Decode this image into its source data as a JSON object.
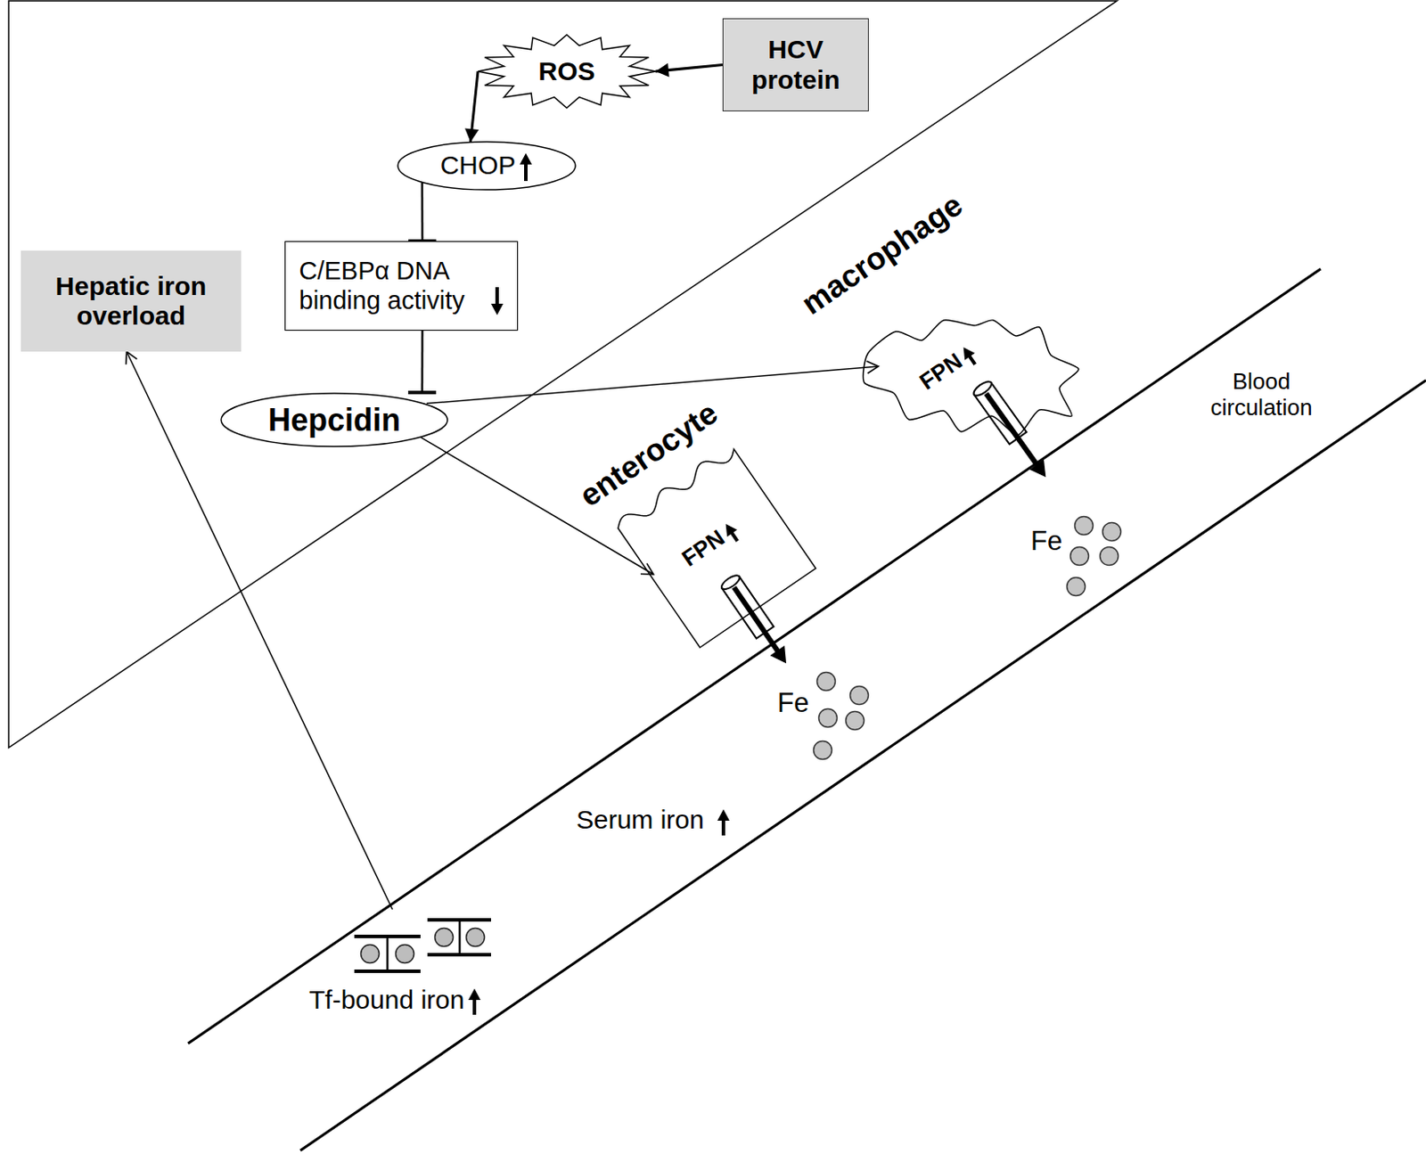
{
  "diagram": {
    "nodes": [
      {
        "text": [
          "HCV protein"
        ]
      },
      {
        "text": [
          "ROS"
        ]
      },
      {
        "text": [
          "CHOP"
        ]
      },
      {
        "text": [
          "C/EBPα DNA binding activity"
        ]
      },
      {
        "text": [
          "Hepcidin"
        ]
      },
      {
        "text": [
          "Hepatic iron overload"
        ]
      },
      {
        "text": [
          "macrophage",
          "FPN"
        ]
      },
      {
        "text": [
          "enterocyte",
          "FPN"
        ]
      },
      {
        "text": [
          "Tf-bound iron"
        ]
      }
    ],
    "edges": [
      {
        "from": 0,
        "to": 1,
        "arrow": "to"
      },
      {
        "from": 1,
        "to": 2,
        "arrow": "to"
      },
      {
        "from": 2,
        "to": 3,
        "arrow": "to"
      },
      {
        "from": 3,
        "to": 4,
        "arrow": "to"
      },
      {
        "from": 4,
        "to": 6,
        "arrow": "to"
      },
      {
        "from": 4,
        "to": 7,
        "arrow": "to"
      },
      {
        "from": 8,
        "to": 5,
        "arrow": "to"
      }
    ],
    "labels": [
      "Blood circulation",
      "Fe",
      "Fe",
      "Serum iron"
    ]
  }
}
